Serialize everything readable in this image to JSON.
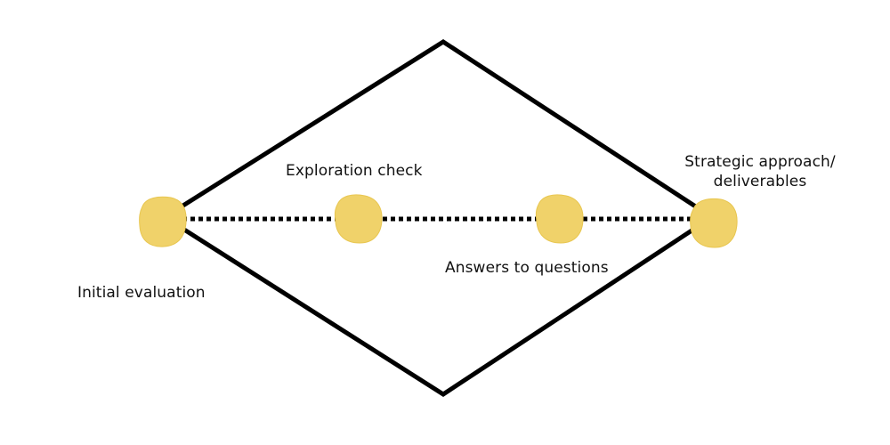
{
  "diagram": {
    "type": "double-diamond",
    "outline_color": "#000000",
    "dot_color": "#f0d26a",
    "nodes": [
      {
        "id": "initial",
        "label": "Initial evaluation"
      },
      {
        "id": "exploration",
        "label": "Exploration check"
      },
      {
        "id": "answers",
        "label": "Answers to questions"
      },
      {
        "id": "strategic",
        "label_lines": [
          "Strategic approach/",
          "deliverables"
        ]
      }
    ]
  }
}
